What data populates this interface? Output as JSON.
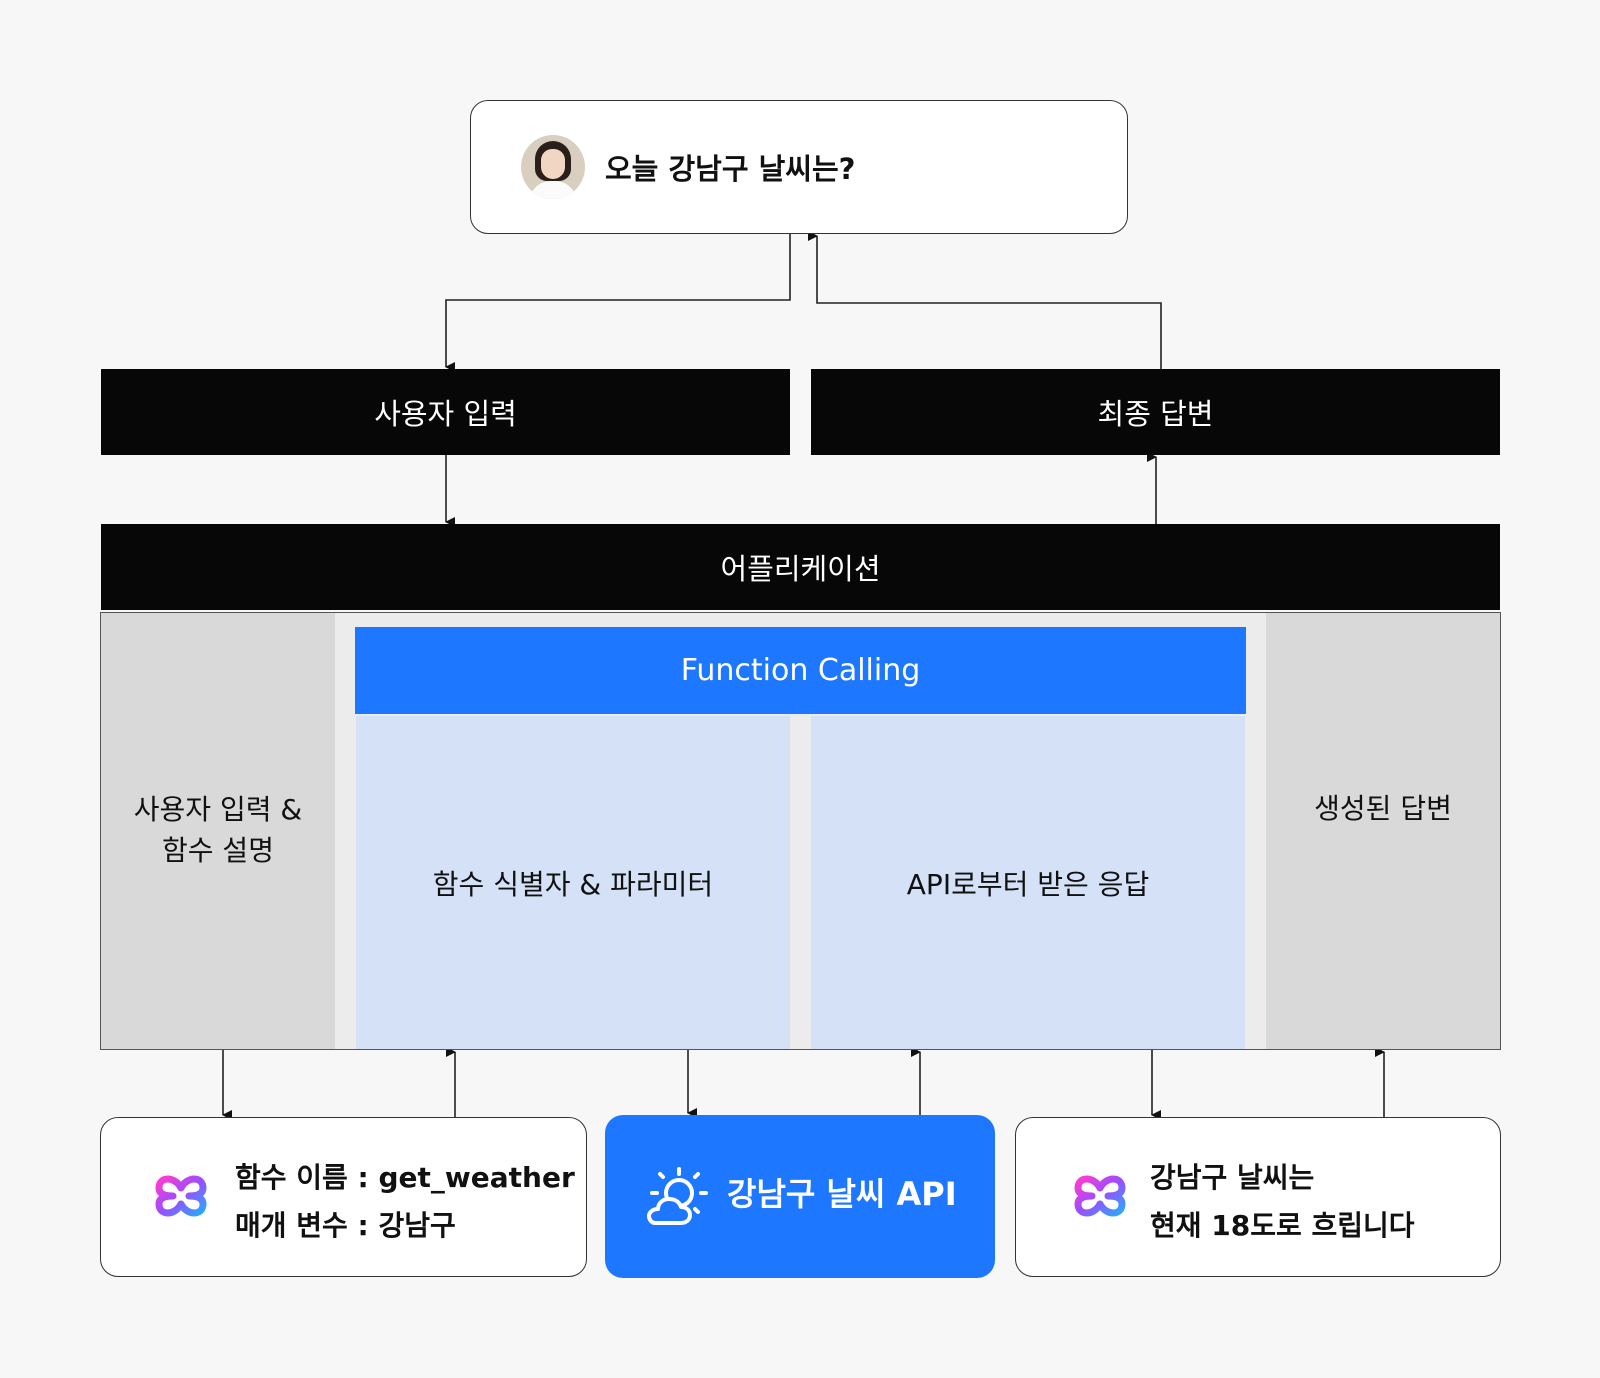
{
  "query": {
    "text": "오늘 강남구 날씨는?",
    "avatar_icon": "person-avatar-icon"
  },
  "bars": {
    "user_input": "사용자 입력",
    "final_answer": "최종 답변",
    "application": "어플리케이션"
  },
  "app": {
    "left_col": [
      "사용자 입력 &",
      "함수 설명"
    ],
    "function_calling": "Function Calling",
    "fn_col": "함수 식별자 & 파라미터",
    "api_col": "API로부터 받은 응답",
    "right_col": "생성된 답변"
  },
  "bottom": {
    "fn_box": [
      "함수 이름 : get_weather",
      "매개 변수 : 강남구"
    ],
    "api_box": "강남구 날씨 API",
    "answer_box": [
      "강남구 날씨는",
      "현재 18도로 흐립니다"
    ]
  },
  "colors": {
    "accent_blue": "#1e78ff",
    "light_blue": "#d4e1f7",
    "black_bar": "#070707",
    "gray_col": "#d9d9d9"
  }
}
